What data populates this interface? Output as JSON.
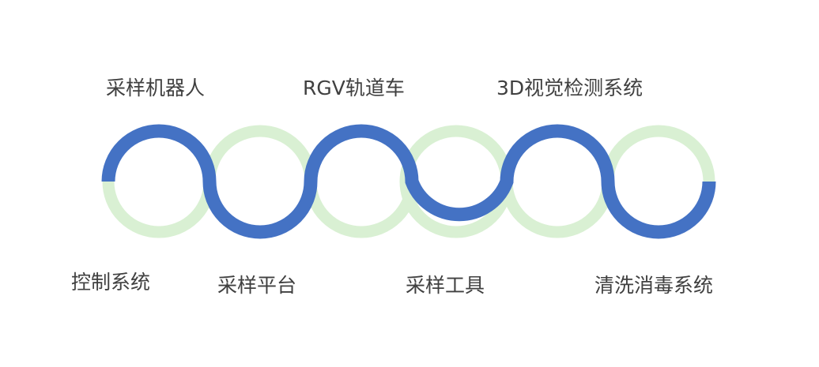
{
  "colors": {
    "wave": "#4472c4",
    "ring": "#d9f0d3",
    "text": "#404040",
    "background": "#ffffff"
  },
  "labels": {
    "top": [
      "采样机器人",
      "RGV轨道车",
      "3D视觉检测系统"
    ],
    "bottom": [
      "控制系统",
      "采样平台",
      "采样工具",
      "清洗消毒系统"
    ]
  }
}
